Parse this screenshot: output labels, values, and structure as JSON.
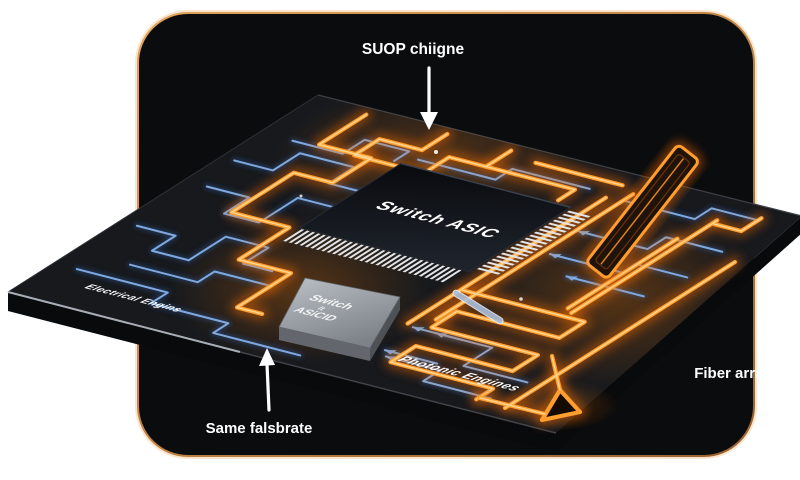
{
  "diagram": {
    "top_annotation": "SUOP chiigne",
    "bottom_annotation": "Same falsbrate",
    "fiber_label": "Fiber array",
    "electrical_label": "Electrical Engins",
    "photonic_label": "Photonic Engines",
    "main_chip_label": "Switch ASIC",
    "small_chip": {
      "line1": "Switch",
      "line2": "it",
      "line3": "ASiCID"
    },
    "colors": {
      "page_bg": "#ffffff",
      "panel_bg": "#0b0c0e",
      "panel_rim": "#c9853f",
      "board_top": "#17191d",
      "board_side": "#090a0c",
      "trace_blue": "#7fa9de",
      "trace_blue_glow": "#2f5fa8",
      "trace_orange": "#ff9e2e",
      "trace_orange_glow": "#ff7000",
      "trace_orange_inner": "#ffd894",
      "chip_black": "#12151b",
      "chip_gray": "#9aa0a6",
      "pin_silver": "#e2e4e7",
      "label_white": "#ffffff"
    }
  }
}
